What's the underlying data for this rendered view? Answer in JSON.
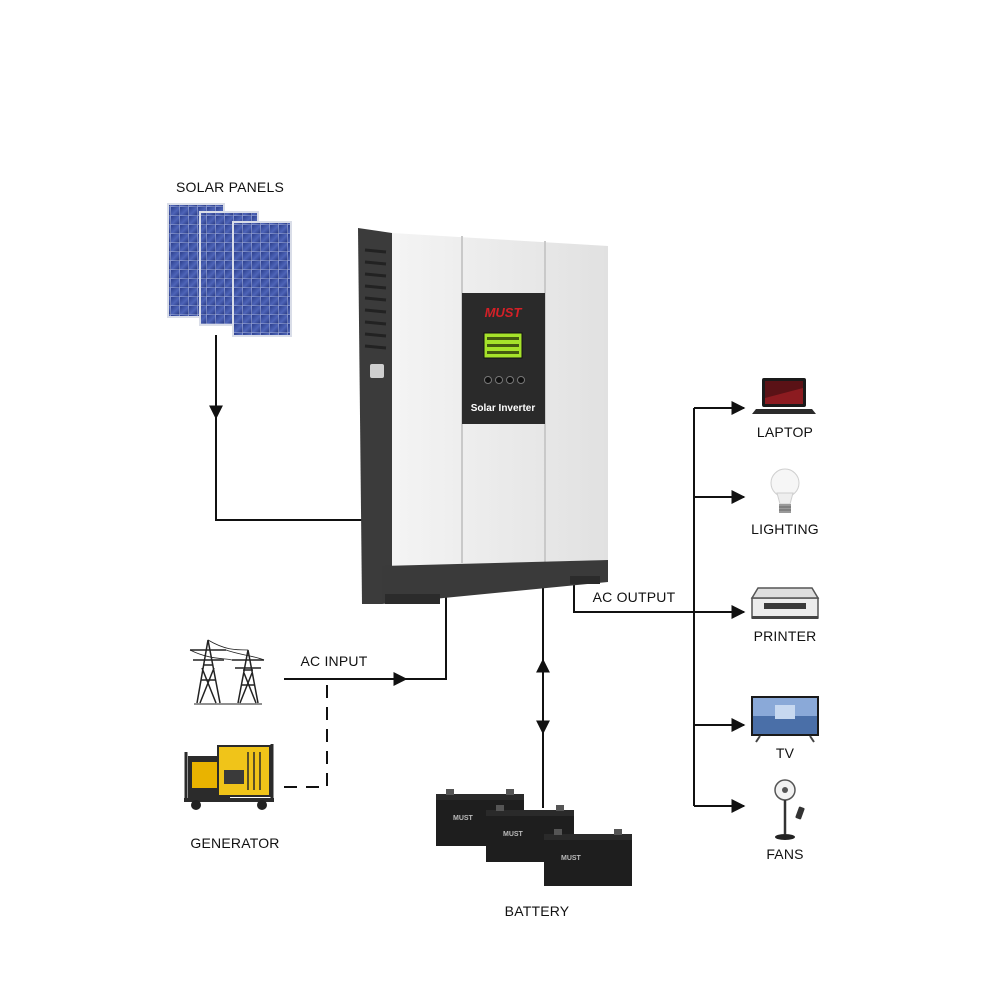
{
  "labels": {
    "solar_panels": "SOLAR PANELS",
    "ac_input": "AC INPUT",
    "generator": "GENERATOR",
    "battery": "BATTERY",
    "ac_output": "AC OUTPUT",
    "laptop": "LAPTOP",
    "lighting": "LIGHTING",
    "printer": "PRINTER",
    "tv": "TV",
    "fans": "FANS"
  },
  "inverter": {
    "brand": "MUST",
    "product": "Solar Inverter"
  },
  "colors": {
    "line": "#111111",
    "inverter_body": "#e9e9e9",
    "inverter_dark": "#3a3a3a",
    "brand_red": "#d42027",
    "lcd_green": "#a6e32a"
  }
}
